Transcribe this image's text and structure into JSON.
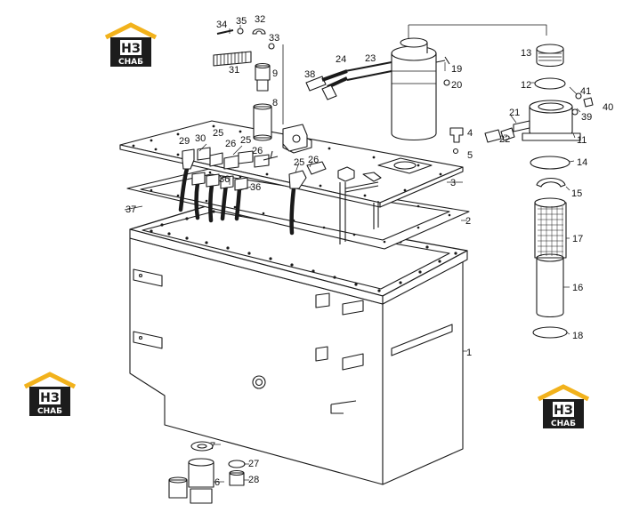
{
  "logo": {
    "mark": "НЗ",
    "word": "СНАБ",
    "colors": {
      "roof": "#f2b21c",
      "box": "#1c1c1c",
      "text": "#ffffff",
      "mark_bg": "#ffffff"
    }
  },
  "callouts": {
    "c1": "1",
    "c2": "2",
    "c3": "3",
    "c4": "4",
    "c5": "5",
    "c6": "6",
    "c7": "7",
    "c8": "8",
    "c9": "9",
    "c11": "11",
    "c12": "12",
    "c13": "13",
    "c14": "14",
    "c15": "15",
    "c16": "16",
    "c17": "17",
    "c18": "18",
    "c19": "19",
    "c20": "20",
    "c21": "21",
    "c22": "22",
    "c23": "23",
    "c24": "24",
    "c25a": "25",
    "c25b": "25",
    "c25c": "25",
    "c26a": "26",
    "c26b": "26",
    "c26c": "26",
    "c27": "27",
    "c28": "28",
    "c29": "29",
    "c30": "30",
    "c31": "31",
    "c32": "32",
    "c33": "33",
    "c34": "34",
    "c35": "35",
    "c36a": "36",
    "c36b": "36",
    "c37": "37",
    "c38": "38",
    "c39": "39",
    "c40": "40",
    "c41": "41"
  }
}
